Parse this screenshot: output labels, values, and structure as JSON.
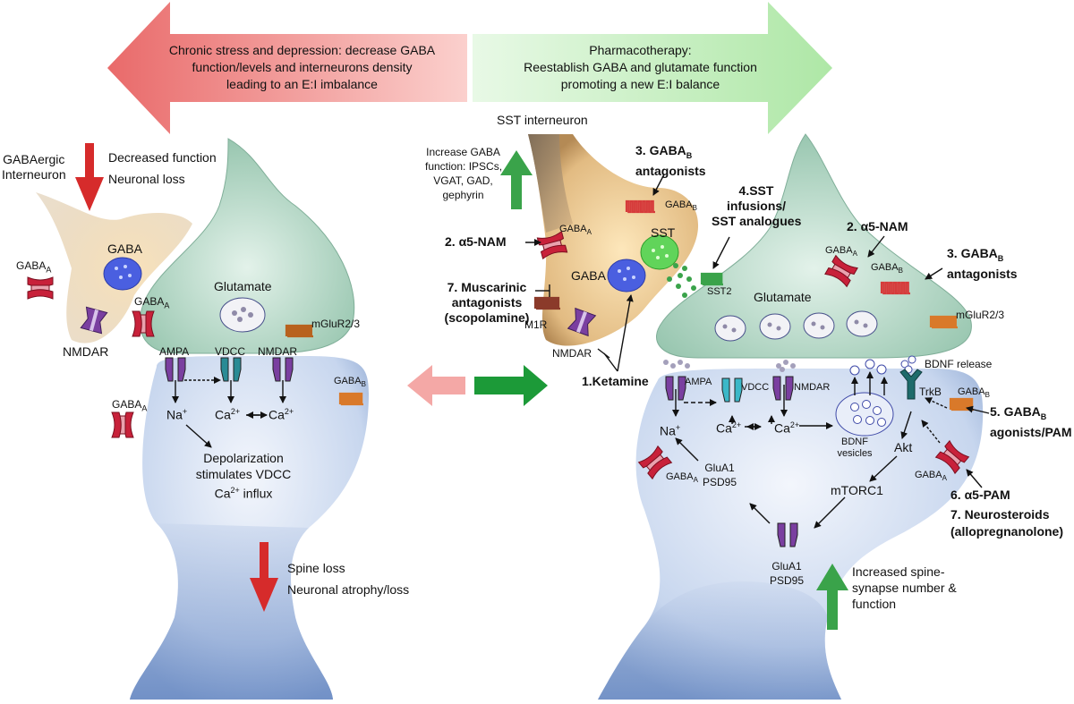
{
  "banner_left": {
    "line1": "Chronic stress and depression: decrease GABA",
    "line2": "function/levels and interneurons density",
    "line3": "leading to an E:I imbalance"
  },
  "banner_right": {
    "line1": "Pharmacotherapy:",
    "line2": "Reestablish GABA and glutamate function",
    "line3": "promoting a new E:I balance"
  },
  "left": {
    "interneuron_label": [
      "GABAergic",
      "Interneuron"
    ],
    "decreased_function": "Decreased function",
    "neuronal_loss": "Neuronal loss",
    "gaba": "GABA",
    "glutamate": "Glutamate",
    "gabaa_1": "GABA",
    "gabaa_2": "GABA",
    "gabaa_3": "GABA",
    "sub_a": "A",
    "sub_b": "B",
    "nmdar_inter": "NMDAR",
    "ampa": "AMPA",
    "vdcc": "VDCC",
    "nmdar": "NMDAR",
    "mglur": "mGluR2/3",
    "gabab": "GABA",
    "na": "Na",
    "plus": "+",
    "ca": "Ca",
    "ca_sup": "2+",
    "depol": [
      "Depolarization",
      "stimulates VDCC"
    ],
    "ca_influx": "Ca",
    "influx": " influx",
    "spine_loss": "Spine loss",
    "atrophy": "Neuronal atrophy/loss"
  },
  "right": {
    "sst_interneuron": "SST interneuron",
    "increase_gaba": [
      "Increase GABA",
      "function: IPSCs,",
      "VGAT, GAD,",
      "gephyrin"
    ],
    "gabab_antag_3": [
      "3. GABA",
      "antagonists"
    ],
    "sst_infusions": [
      "4.SST",
      "infusions/",
      "SST analogues"
    ],
    "a5nam_2_left": "2. α5-NAM",
    "a5nam_2_right": "2. α5-NAM",
    "gabab_antag_3b": [
      "3. GABA",
      "antagonists"
    ],
    "muscarinic": [
      "7. Muscarinic",
      "antagonists",
      "(scopolamine)"
    ],
    "m1r": "M1R",
    "nmdar_inter": "NMDAR",
    "ketamine": "1.Ketamine",
    "sst": "SST",
    "gaba": "GABA",
    "gabaa_inter": "GABA",
    "gabab_inter": "GABA",
    "sst2": "SST2",
    "glutamate": "Glutamate",
    "gabaa_pre": "GABA",
    "gabab_pre": "GABA",
    "mglur": "mGluR2/3",
    "ampa": "AMPA",
    "vdcc": "VDCC",
    "nmdar": "NMDAR",
    "bdnf_release": "BDNF release",
    "trkb": "TrkB",
    "gabab_post": "GABA",
    "gabab_agonists": [
      "5. GABA",
      "agonists/PAM"
    ],
    "na": "Na",
    "ca1": "Ca",
    "ca2": "Ca",
    "bdnf_vesicles": [
      "BDNF",
      "vesicles"
    ],
    "akt": "Akt",
    "glua1_psd95_a": [
      "GluA1",
      "PSD95"
    ],
    "gabaa_post_left": "GABA",
    "gabaa_post_right": "GABA",
    "mtorc1": "mTORC1",
    "a5pam": "6. α5-PAM",
    "neurosteroids": [
      "7. Neurosteroids",
      "(allopregnanolone)"
    ],
    "glua1_psd95_b": [
      "GluA1",
      "PSD95"
    ],
    "increased_spine": [
      "Increased spine-",
      "synapse number &",
      "function"
    ]
  },
  "colors": {
    "banner_left": "#f4a8a6",
    "banner_right": "#c8f0c4",
    "red_arrow": "#d62b2b",
    "green_arrow": "#3aa34a",
    "receptor_red": "#c8213a",
    "receptor_purple": "#7a3fa0",
    "vdcc_teal": "#2a8b95",
    "orange_gpcr": "#d9792a",
    "spine_blue": "#c9d7ef",
    "glutamate_green": "#9fcab8",
    "interneuron_tan": "#e7c692"
  }
}
